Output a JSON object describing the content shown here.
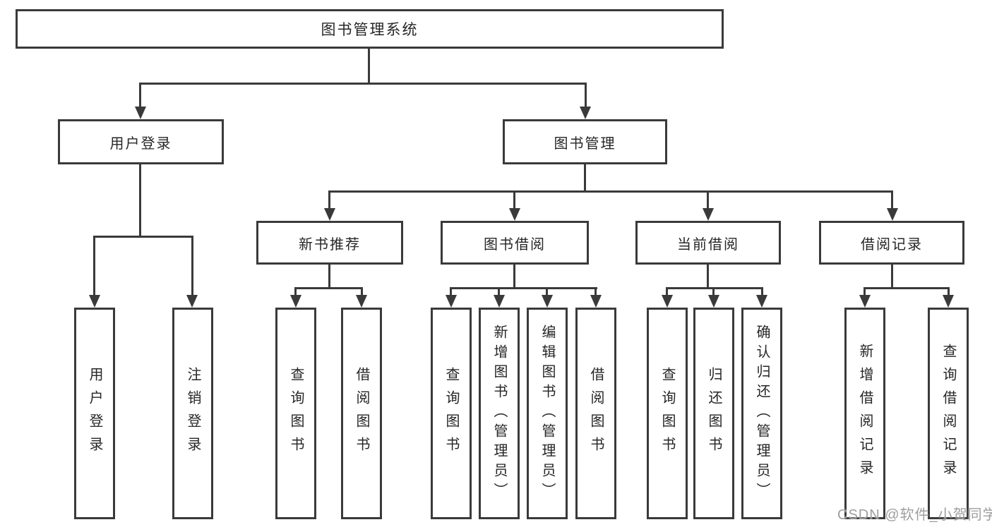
{
  "tree": {
    "root": "图书管理系统",
    "user_login": {
      "label": "用户登录",
      "children": {
        "login": "用户登录",
        "logout": "注销登录"
      }
    },
    "book_mgmt": {
      "label": "图书管理",
      "new_book_rec": {
        "label": "新书推荐",
        "children": {
          "query": "查询图书",
          "borrow": "借阅图书"
        }
      },
      "book_borrow": {
        "label": "图书借阅",
        "children": {
          "query": "查询图书",
          "add": "新增图书（管理员）",
          "edit": "编辑图书（管理员）",
          "borrow": "借阅图书"
        }
      },
      "current_borrow": {
        "label": "当前借阅",
        "children": {
          "query": "查询图书",
          "return": "归还图书",
          "confirm": "确认归还（管理员）"
        }
      },
      "borrow_records": {
        "label": "借阅记录",
        "children": {
          "add": "新增借阅记录",
          "query": "查询借阅记录"
        }
      }
    }
  },
  "watermark": {
    "text": "CSDN @软件_小贺同学"
  },
  "colors": {
    "line": "#3a3a3a",
    "text": "#262626",
    "background": "#ffffff",
    "watermark": "#969696"
  }
}
